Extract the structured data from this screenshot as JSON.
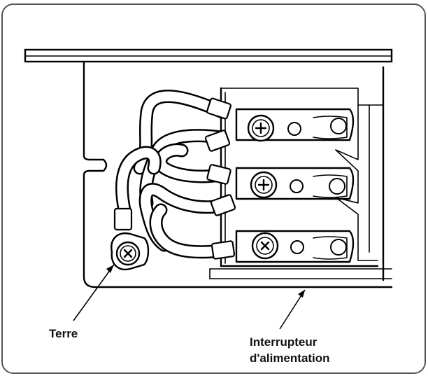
{
  "labels": {
    "ground": "Terre",
    "power_switch_line1": "Interrupteur",
    "power_switch_line2": "d'alimentation"
  },
  "colors": {
    "line": "#000000",
    "background": "#ffffff",
    "frame": "#555555"
  }
}
